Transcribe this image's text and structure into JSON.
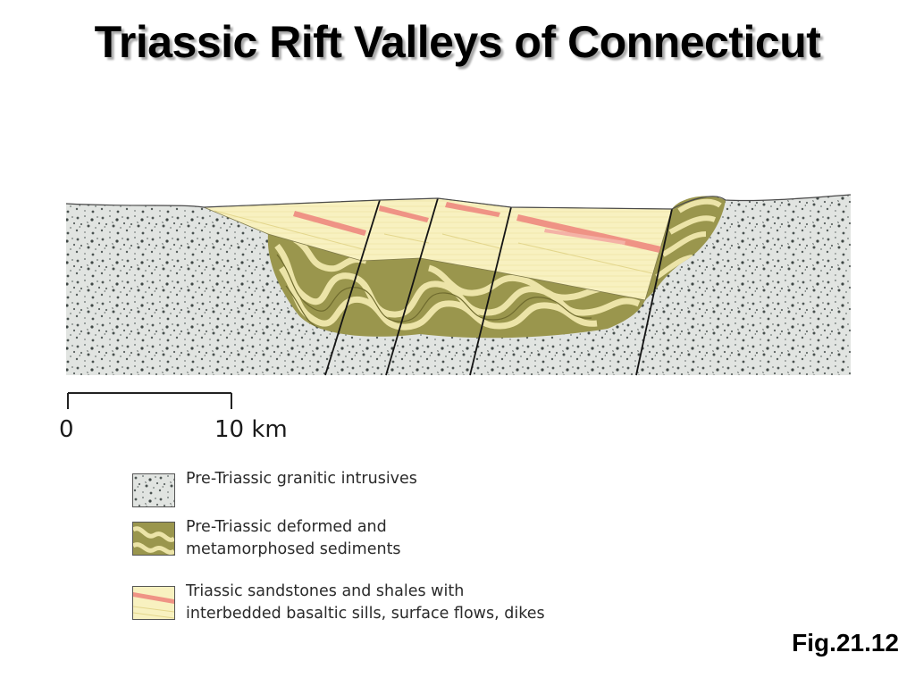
{
  "title": "Triassic Rift Valleys of Connecticut",
  "scale_bar": {
    "start_label": "0",
    "end_label": "10 km"
  },
  "legend": [
    {
      "id": "granitic",
      "label": "Pre-Triassic granitic intrusives",
      "color": "#d9dcd8"
    },
    {
      "id": "metamorphic",
      "label": "Pre-Triassic deformed and\nmetamorphosed sediments",
      "color": "#a7a35a"
    },
    {
      "id": "triassic",
      "label": "Triassic sandstones and shales with\ninterbedded basaltic sills, surface flows, dikes",
      "color": "#f6efba"
    }
  ],
  "figure_label": "Fig.21.12",
  "colors": {
    "granite": "#dfe2df",
    "granite_speckle": "#5d6563",
    "metamorphic_dark": "#8f8b45",
    "metamorphic_light": "#e6dea0",
    "triassic_fill": "#f8f1c0",
    "basalt_sill": "#ee8a7a",
    "fault_line": "#111111"
  }
}
